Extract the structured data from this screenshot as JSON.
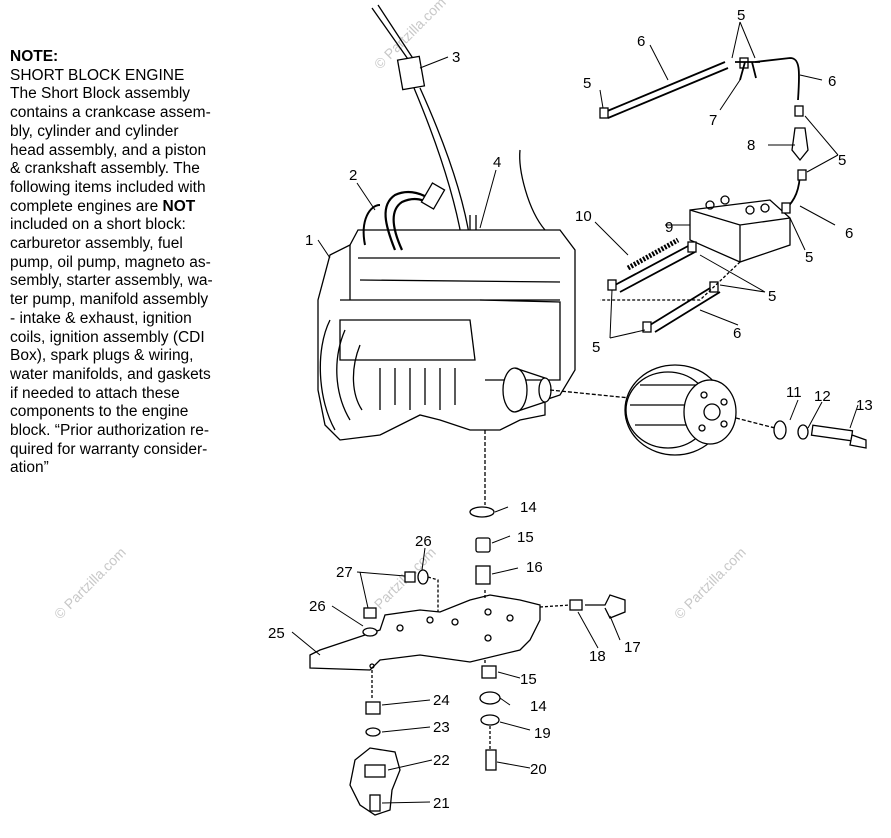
{
  "note": {
    "title": "NOTE:",
    "heading": "SHORT BLOCK ENGINE",
    "lines": [
      "The Short Block assembly",
      "contains a crankcase assem-",
      "bly, cylinder and cylinder",
      "head assembly, and a piston",
      "& crankshaft assembly.  The",
      "following items included with",
      "complete engines are ",
      "included on a short block:",
      "carburetor assembly, fuel",
      "pump, oil pump, magneto as-",
      "sembly, starter assembly, wa-",
      "ter pump, manifold assembly",
      "- intake & exhaust, ignition",
      "coils, ignition assembly (CDI",
      "Box), spark plugs & wiring,",
      "water manifolds, and gaskets",
      "if needed to attach these",
      "components to the engine",
      "block. “Prior authorization re-",
      "quired for warranty consider-",
      "ation”"
    ],
    "bold_word": "NOT"
  },
  "watermark": "© Partzilla.com",
  "callouts": {
    "c1": "1",
    "c2": "2",
    "c3": "3",
    "c4": "4",
    "c5a": "5",
    "c5b": "5",
    "c5c": "5",
    "c5d": "5",
    "c5e": "5",
    "c5f": "5",
    "c6a": "6",
    "c6b": "6",
    "c6c": "6",
    "c6d": "6",
    "c7": "7",
    "c8": "8",
    "c9": "9",
    "c10": "10",
    "c11": "11",
    "c12": "12",
    "c13": "13",
    "c14a": "14",
    "c14b": "14",
    "c15a": "15",
    "c15b": "15",
    "c16": "16",
    "c17": "17",
    "c18": "18",
    "c19": "19",
    "c20": "20",
    "c21": "21",
    "c22": "22",
    "c23": "23",
    "c24": "24",
    "c25": "25",
    "c26a": "26",
    "c26b": "26",
    "c27": "27"
  }
}
